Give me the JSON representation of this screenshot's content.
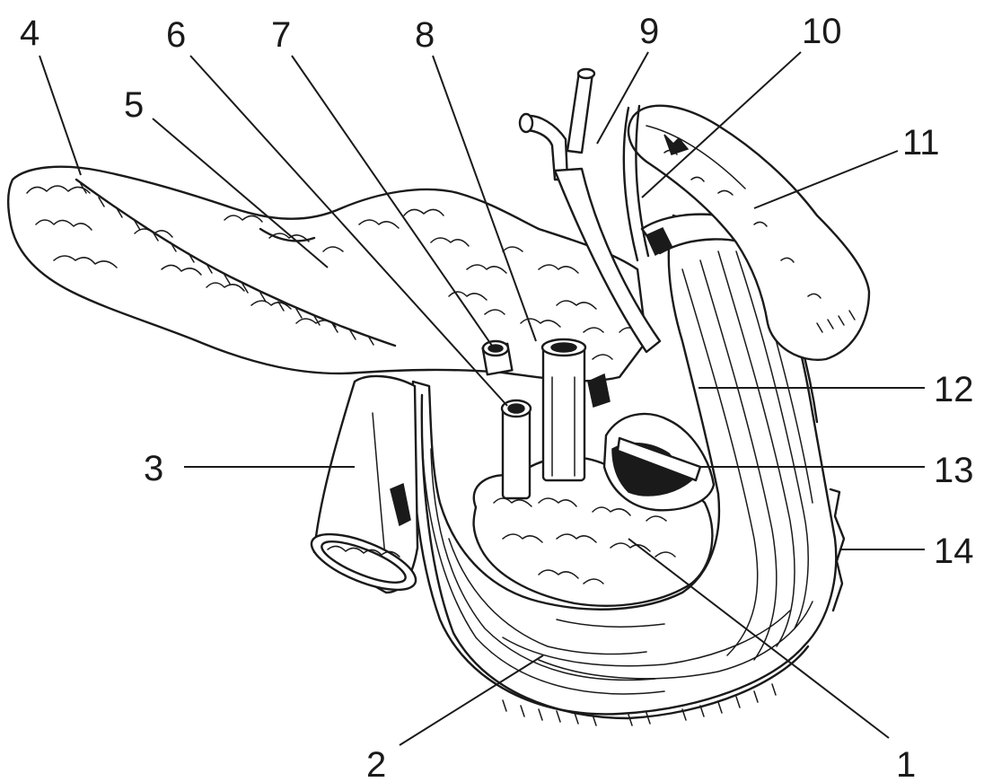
{
  "labels": [
    {
      "id": "1",
      "text": "1"
    },
    {
      "id": "2",
      "text": "2"
    },
    {
      "id": "3",
      "text": "3"
    },
    {
      "id": "4",
      "text": "4"
    },
    {
      "id": "5",
      "text": "5"
    },
    {
      "id": "6",
      "text": "6"
    },
    {
      "id": "7",
      "text": "7"
    },
    {
      "id": "8",
      "text": "8"
    },
    {
      "id": "9",
      "text": "9"
    },
    {
      "id": "10",
      "text": "10"
    },
    {
      "id": "11",
      "text": "11"
    },
    {
      "id": "12",
      "text": "12"
    },
    {
      "id": "13",
      "text": "13"
    },
    {
      "id": "14",
      "text": "14"
    }
  ],
  "colors": {
    "ink": "#1a1a1a",
    "paper": "#ffffff"
  }
}
